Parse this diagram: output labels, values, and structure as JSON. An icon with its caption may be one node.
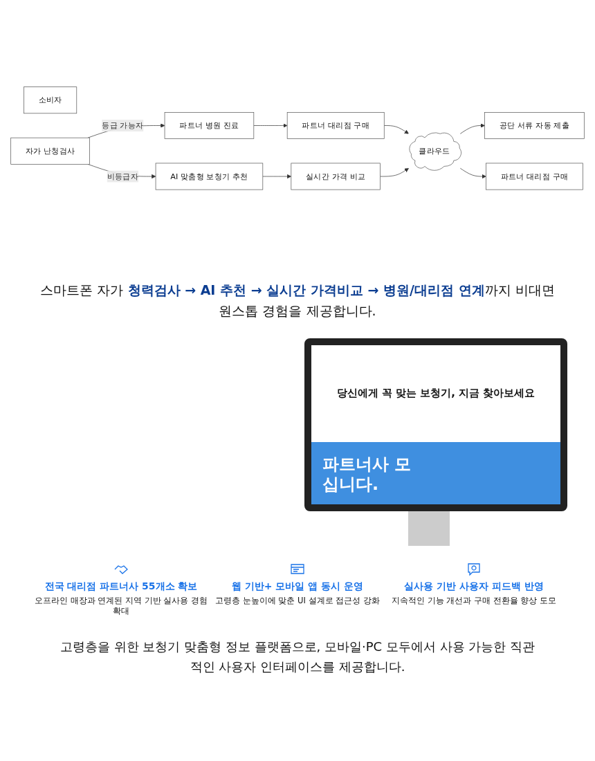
{
  "diagram": {
    "nodes": [
      {
        "text": [
          "소비자"
        ]
      },
      {
        "text": [
          "자가 난청검사"
        ]
      },
      {
        "text": [
          "파트너 병원 진료"
        ]
      },
      {
        "text": [
          "파트너 대리점 구매"
        ]
      },
      {
        "text": [
          "AI 맞춤형 보청기 추천"
        ]
      },
      {
        "text": [
          "실시간 가격 비교"
        ]
      },
      {
        "text": [
          "클라우드"
        ]
      },
      {
        "text": [
          "공단 서류 자동 제출"
        ]
      },
      {
        "text": [
          "파트너 대리점 구매"
        ]
      }
    ],
    "edges": [
      {
        "from": 1,
        "to": 2,
        "arrow": "to",
        "label": "등급 가능자"
      },
      {
        "from": 1,
        "to": 4,
        "arrow": "to",
        "label": "비등급자"
      },
      {
        "from": 2,
        "to": 3,
        "arrow": "to"
      },
      {
        "from": 3,
        "to": 6,
        "arrow": "to"
      },
      {
        "from": 4,
        "to": 5,
        "arrow": "to"
      },
      {
        "from": 5,
        "to": 6,
        "arrow": "to"
      },
      {
        "from": 6,
        "to": 7,
        "arrow": "to"
      },
      {
        "from": 6,
        "to": 8,
        "arrow": "to"
      }
    ],
    "labels": [
      "스마트폰 자가 **청력검사 → AI 추천 → 실시간 가격비교 → 병원/대리점 연계**까지 비대면 원스톱 경험을 제공합니다.",
      "당신에게 꼭 맞는 보청기, 지금 찾아보세요",
      "파트너사 모십니다.",
      "전국 대리점 파트너사 55개소 확보",
      "오프라인 매장과 연계된 지역 기반 실사용 경험 확대",
      "웹 기반+ 모바일 앱 동시 운영",
      "고령층 눈높이에 맞춘 UI 설계로 접근성 강화",
      "실사용 기반 사용자 피드백 반영",
      "지속적인 기능 개선과 구매 전환율 향상 도모",
      "고령층을 위한 보청기 맞춤형 정보 플랫폼으로, 모바일·PC 모두에서 사용 가능한 직관적인 사용자 인터페이스를 제공합니다."
    ]
  }
}
